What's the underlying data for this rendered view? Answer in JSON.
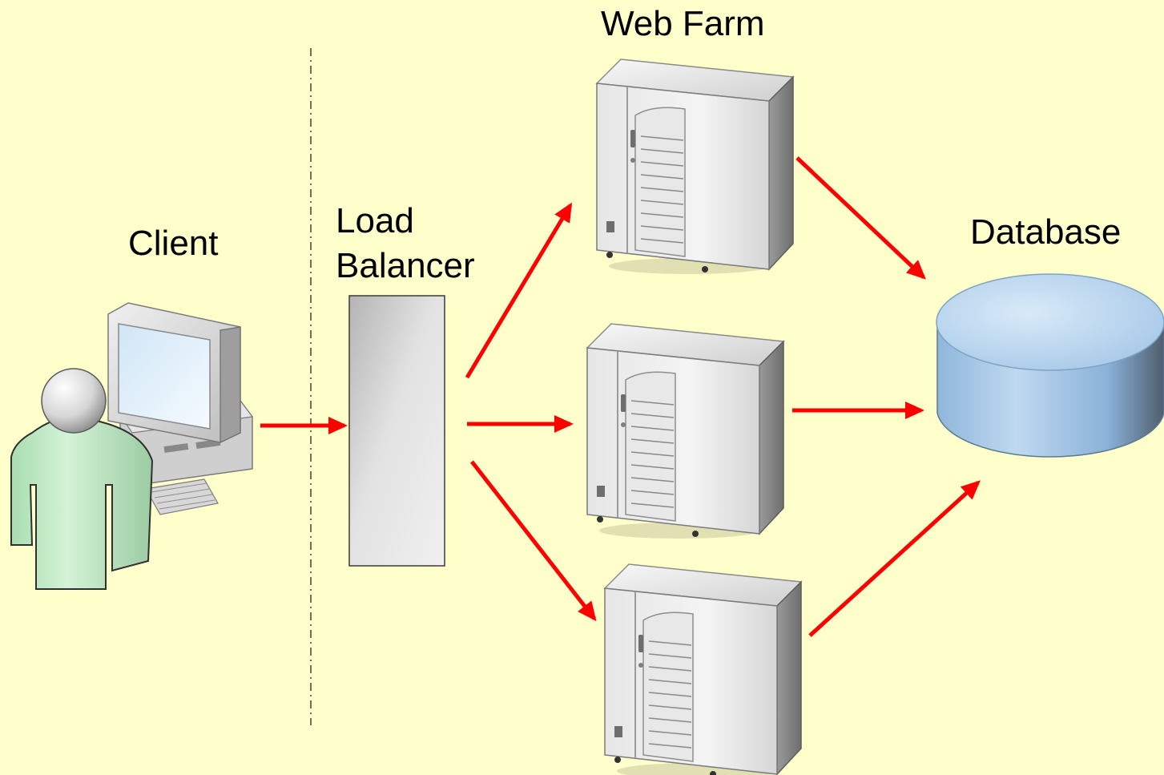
{
  "labels": {
    "client": "Client",
    "load_balancer_line1": "Load",
    "load_balancer_line2": "Balancer",
    "web_farm": "Web Farm",
    "database": "Database"
  },
  "colors": {
    "background": "#FFFFCC",
    "arrow": "#FF0000",
    "person_body": "#C8F0C8",
    "database": "#A9CCEB",
    "server": "#D8D8D8"
  },
  "icons": {
    "client": "person-at-computer-icon",
    "load_balancer": "load-balancer-box",
    "web_servers": [
      "server-tower-icon",
      "server-tower-icon",
      "server-tower-icon"
    ],
    "database": "database-cylinder-icon"
  },
  "connections": [
    {
      "from": "client",
      "to": "load-balancer"
    },
    {
      "from": "load-balancer",
      "to": "web-server-1"
    },
    {
      "from": "load-balancer",
      "to": "web-server-2"
    },
    {
      "from": "load-balancer",
      "to": "web-server-3"
    },
    {
      "from": "web-server-1",
      "to": "database"
    },
    {
      "from": "web-server-2",
      "to": "database"
    },
    {
      "from": "web-server-3",
      "to": "database"
    }
  ]
}
